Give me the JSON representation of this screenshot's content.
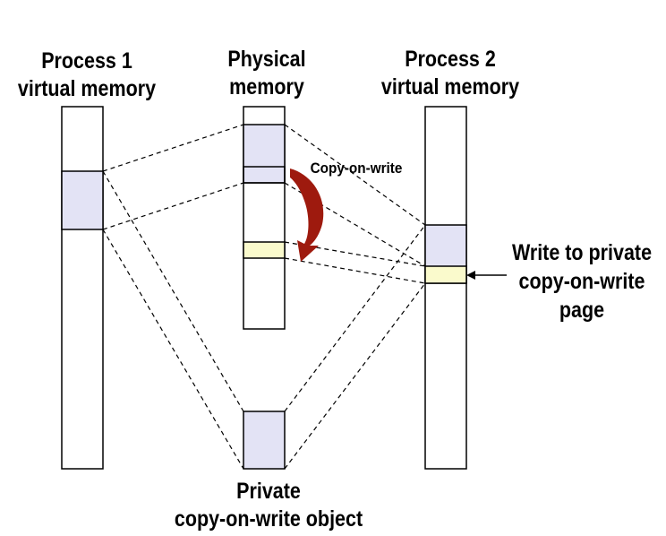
{
  "labels": {
    "process1": {
      "line1": "Process 1",
      "line2": "virtual memory"
    },
    "physical": {
      "line1": "Physical",
      "line2": "memory"
    },
    "process2": {
      "line1": "Process 2",
      "line2": "virtual memory"
    },
    "copy_on_write": "Copy-on-write",
    "write_note": {
      "line1": "Write to private",
      "line2": "copy-on-write",
      "line3": "page"
    },
    "object": {
      "line1": "Private",
      "line2": "copy-on-write object"
    }
  },
  "colors": {
    "area": "#e3e3f5",
    "private_page": "#fafacc",
    "copy_arrow": "#9e1a0e",
    "line": "#000000"
  }
}
